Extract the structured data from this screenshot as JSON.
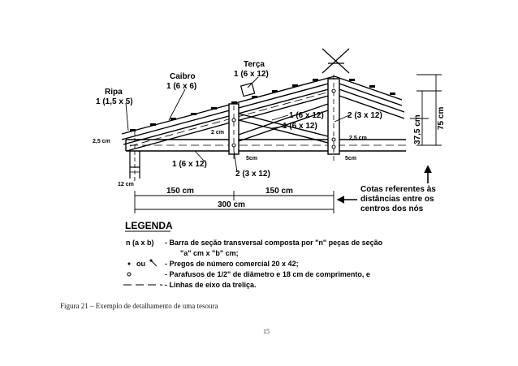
{
  "labels": {
    "ripa_name": "Ripa",
    "ripa_size": "1 (1,5 x 5)",
    "caibro_name": "Caibro",
    "caibro_size": "1 (6 x 6)",
    "terca_name": "Terça",
    "terca_size": "1 (6 x 12)",
    "diag1": "1 (6 x 12)",
    "diag2": "1 (6 x 12)",
    "vert_right": "2 (3 x 12)",
    "bottom_chord": "1 (6 x 12)",
    "vert_left": "2 (3 x 12)",
    "gap_2cm": "2 cm",
    "gap_25cm_left": "2,5 cm",
    "gap_25cm_right": "2,5 cm",
    "gap_5cm_a": "5cm",
    "gap_5cm_b": "5cm",
    "width_12cm": "12 cm",
    "h_375": "37,5 cm",
    "h_75": "75 cm",
    "dim_150a": "150 cm",
    "dim_150b": "150 cm",
    "dim_300": "300 cm",
    "note_1": "Cotas referentes às",
    "note_2": "distâncias entre os",
    "note_3": "centros dos nós"
  },
  "legend": {
    "title": "LEGENDA",
    "row1_key": "n (a x b)",
    "row1_text": "-  Barra de seção transversal composta por \"n\" peças de  seção",
    "row1_text2": "\"a\" cm x \"b\" cm;",
    "row2_key": "ou",
    "row2_text": "-  Pregos de número comercial  20 x 42;",
    "row3_text": "-  Parafusos de 1/2\" de diâmetro e 18 cm de comprimento, e",
    "row4_text": "-  Linhas de eixo da treliça."
  },
  "caption": "Figura 21 – Exemplo de detalhamento de uma tesoura",
  "page_number": "15"
}
